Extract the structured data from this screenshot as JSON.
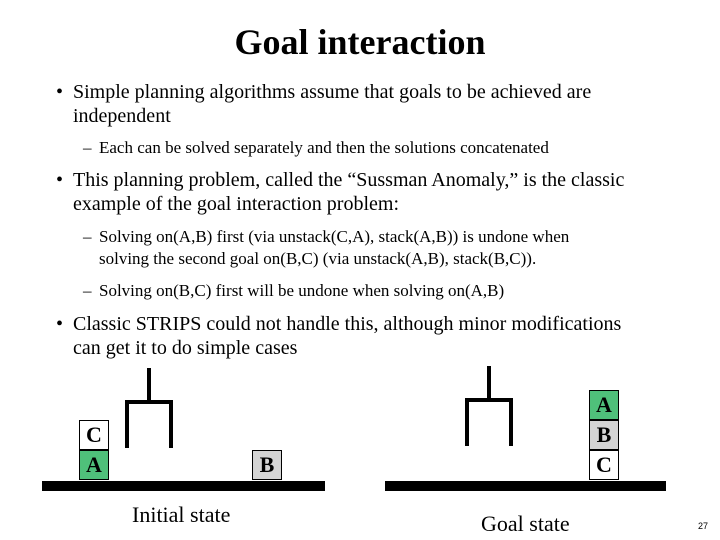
{
  "slide": {
    "title": "Goal interaction",
    "page_number": "27"
  },
  "bullets": [
    {
      "lines": [
        "Simple planning algorithms assume that goals to be achieved are",
        "independent"
      ],
      "subs": [
        {
          "lines": [
            "Each can be solved separately and then the solutions concatenated"
          ]
        }
      ]
    },
    {
      "lines": [
        "This planning problem, called the “Sussman Anomaly,” is the classic",
        "example of the goal interaction problem:"
      ],
      "subs": [
        {
          "lines": [
            "Solving on(A,B) first (via unstack(C,A), stack(A,B)) is undone when",
            "solving the second goal on(B,C) (via unstack(A,B), stack(B,C))."
          ]
        },
        {
          "lines": [
            "Solving on(B,C) first will be undone when solving on(A,B)"
          ]
        }
      ]
    },
    {
      "lines": [
        "Classic STRIPS could not handle this, although minor modifications",
        "can get it to do simple cases"
      ],
      "subs": []
    }
  ],
  "diagram": {
    "initial_state": {
      "caption": "Initial state",
      "blocks": {
        "top": "C",
        "bottom": "A",
        "alone": "B"
      }
    },
    "goal_state": {
      "caption": "Goal state",
      "blocks": {
        "top": "A",
        "middle": "B",
        "bottom": "C"
      }
    },
    "colors": {
      "block_plain": "#ffffff",
      "block_green": "#4fc07a",
      "block_gray": "#d4d4d4",
      "table": "#000000"
    }
  }
}
